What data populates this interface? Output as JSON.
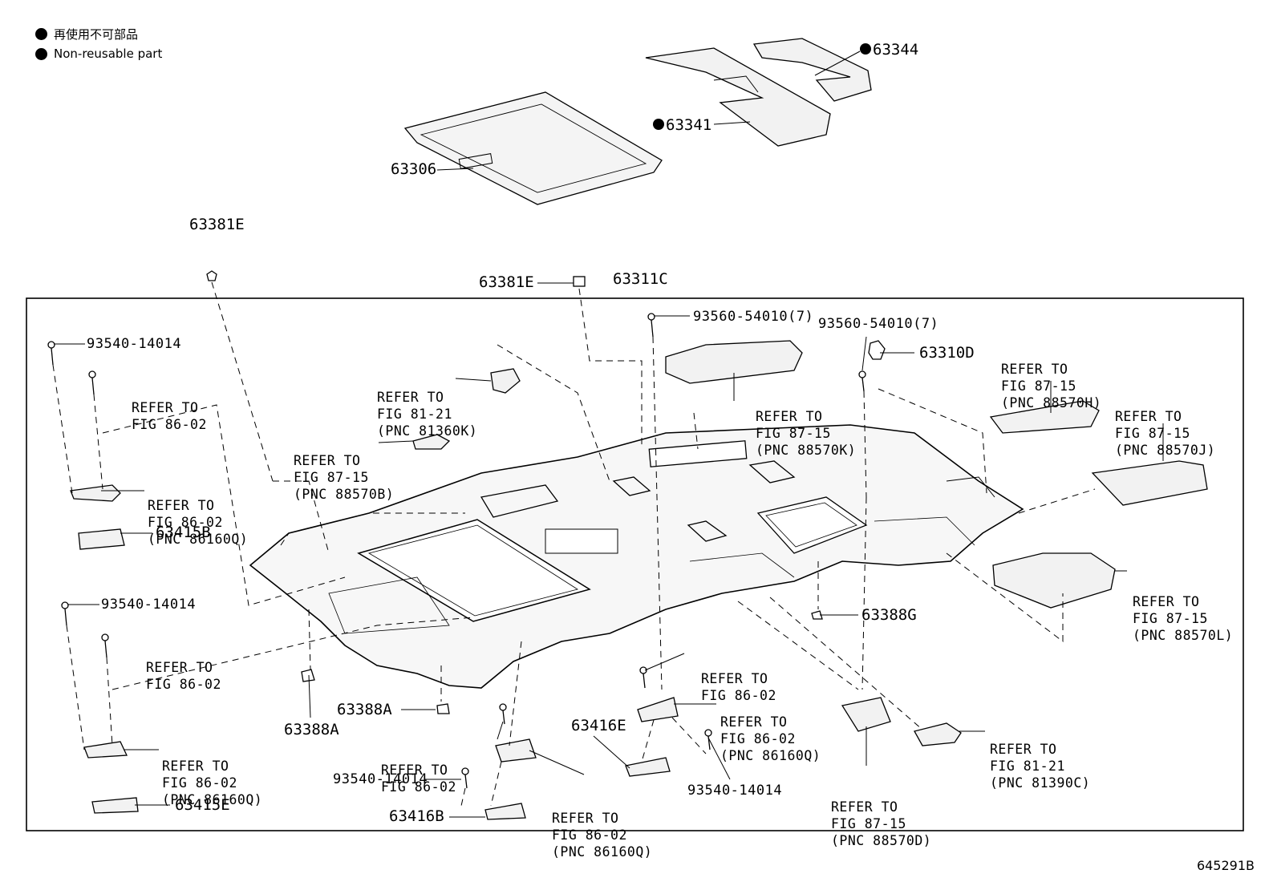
{
  "legend": {
    "jp": "再使用不可部品",
    "en": "Non-reusable part"
  },
  "figure_number": "645291B",
  "parts": {
    "p63344": "63344",
    "p63341": "63341",
    "p63306": "63306",
    "p63381E_top": "63381E",
    "p63381E_mid": "63381E",
    "p63311C": "63311C",
    "p93560_a": "93560-54010(7)",
    "p93560_b": "93560-54010(7)",
    "p63310D": "63310D",
    "p93540_a": "93540-14014",
    "p93540_b": "93540-14014",
    "p93540_c": "93540-14014",
    "p93540_d": "93540-14014",
    "p63415B": "63415B",
    "p63415E": "63415E",
    "p63388G": "63388G",
    "p63388A_a": "63388A",
    "p63388A_b": "63388A",
    "p63416E": "63416E",
    "p63416B": "63416B"
  },
  "refs": {
    "r1": [
      "REFER TO",
      "FIG 86-02"
    ],
    "r2": [
      "REFER TO",
      "FIG 86-02",
      "(PNC 86160Q)"
    ],
    "r3": [
      "REFER TO",
      "FIG 81-21",
      "(PNC 81360K)"
    ],
    "r4": [
      "REFER TO",
      "FIG 87-15",
      "(PNC 88570B)"
    ],
    "r5": [
      "REFER TO",
      "FIG 87-15",
      "(PNC 88570K)"
    ],
    "r6": [
      "REFER TO",
      "FIG 87-15",
      "(PNC 88570H)"
    ],
    "r7": [
      "REFER TO",
      "FIG 87-15",
      "(PNC 88570J)"
    ],
    "r8": [
      "REFER TO",
      "FIG 87-15",
      "(PNC 88570L)"
    ],
    "r9": [
      "REFER TO",
      "FIG 86-02"
    ],
    "r10": [
      "REFER TO",
      "FIG 86-02",
      "(PNC 86160Q)"
    ],
    "r11": [
      "REFER TO",
      "FIG 86-02"
    ],
    "r12": [
      "REFER TO",
      "FIG 86-02"
    ],
    "r13": [
      "REFER TO",
      "FIG 86-02",
      "(PNC 86160Q)"
    ],
    "r14": [
      "REFER TO",
      "FIG 86-02",
      "(PNC 86160Q)"
    ],
    "r15": [
      "REFER TO",
      "FIG 87-15",
      "(PNC 88570D)"
    ],
    "r16": [
      "REFER TO",
      "FIG 81-21",
      "(PNC 81390C)"
    ]
  }
}
